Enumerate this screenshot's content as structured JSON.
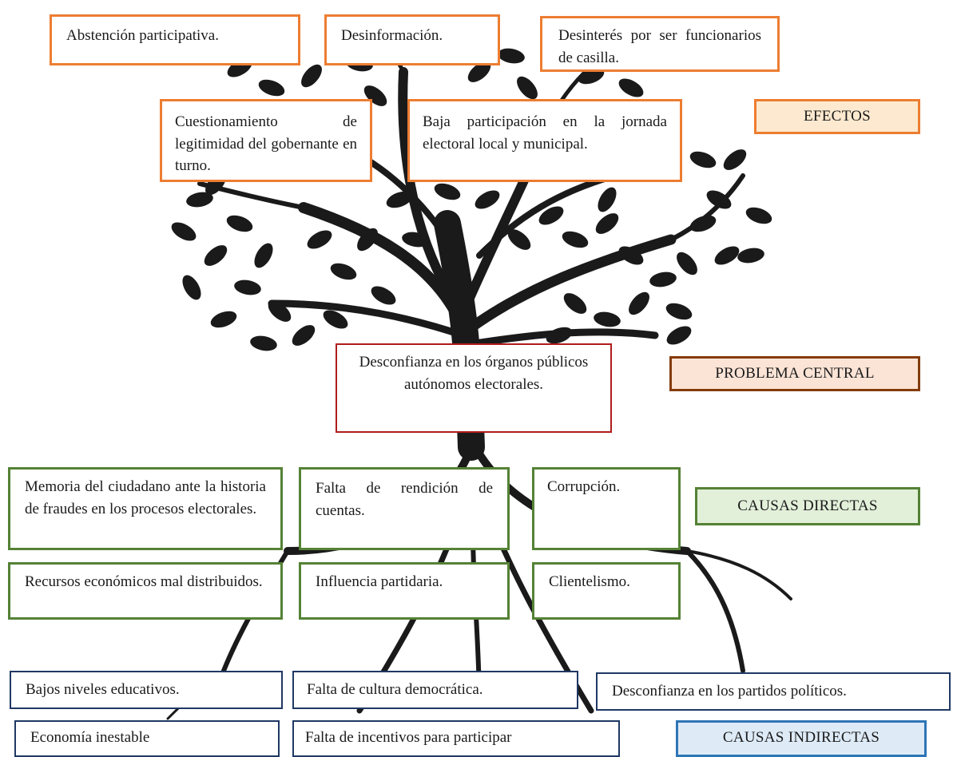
{
  "colors": {
    "efectos_border": "#ed7d31",
    "problema_border": "#b01c1c",
    "directas_border": "#548235",
    "indirectas_border": "#1f3864",
    "tree": "#1a1a1a"
  },
  "efectos": [
    "Abstención participativa.",
    "Desinformación.",
    "Desinterés por ser funcionarios de casilla.",
    "Cuestionamiento de legitimidad del gobernante en turno.",
    "Baja participación en la jornada electoral local y municipal."
  ],
  "problema_central": "Desconfianza en los órganos públicos autónomos electorales.",
  "causas_directas": [
    "Memoria del ciudadano ante la historia de fraudes en los procesos electorales.",
    "Falta de rendición de cuentas.",
    "Corrupción.",
    "Recursos económicos mal distribuidos.",
    "Influencia partidaria.",
    "Clientelismo."
  ],
  "causas_indirectas": [
    "Bajos niveles educativos.",
    "Falta de cultura democrática.",
    "Desconfianza en los partidos políticos.",
    "Economía inestable",
    "Falta de incentivos para participar"
  ],
  "labels": {
    "efectos": "EFECTOS",
    "problema": "PROBLEMA CENTRAL",
    "directas": "CAUSAS DIRECTAS",
    "indirectas": "CAUSAS INDIRECTAS"
  }
}
